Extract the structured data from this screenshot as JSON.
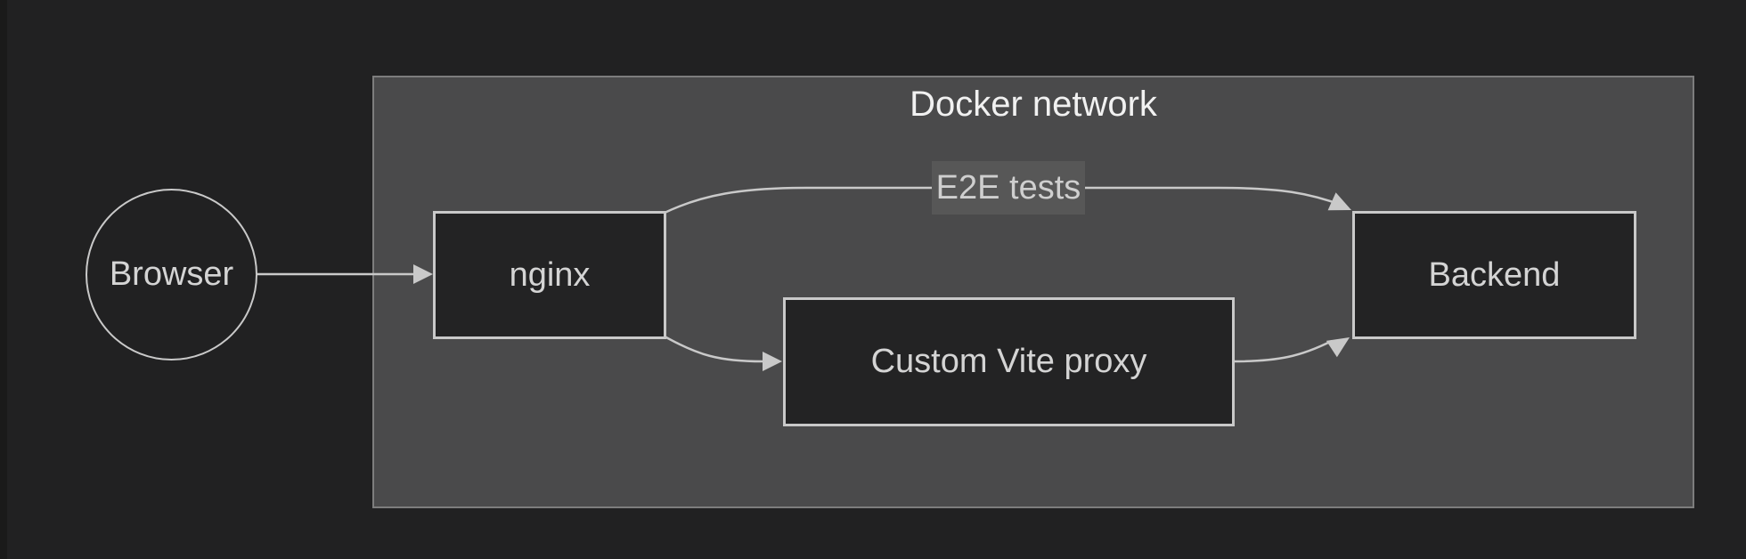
{
  "diagram": {
    "cluster": {
      "label": "Docker network"
    },
    "nodes": {
      "browser": {
        "label": "Browser",
        "shape": "circle"
      },
      "nginx": {
        "label": "nginx",
        "shape": "rect"
      },
      "proxy": {
        "label": "Custom Vite proxy",
        "shape": "rect"
      },
      "backend": {
        "label": "Backend",
        "shape": "rect"
      }
    },
    "edges": [
      {
        "from": "browser",
        "to": "nginx",
        "label": ""
      },
      {
        "from": "nginx",
        "to": "backend",
        "label": "E2E tests"
      },
      {
        "from": "nginx",
        "to": "proxy",
        "label": ""
      },
      {
        "from": "proxy",
        "to": "backend",
        "label": ""
      }
    ],
    "edge_label": "E2E tests"
  },
  "colors": {
    "bg": "#212122",
    "strip": "#1a1a1a",
    "cluster-fill": "#4a4a4b",
    "cluster-stroke": "#7d7d7d",
    "node-fill": "#232324",
    "node-stroke": "#c9c9c9",
    "node-text": "#d4d4d4",
    "title-text": "#f1f1f1",
    "edge": "#c9c9c9",
    "label-bg": "#575757",
    "label-text": "#cfcfcf"
  }
}
